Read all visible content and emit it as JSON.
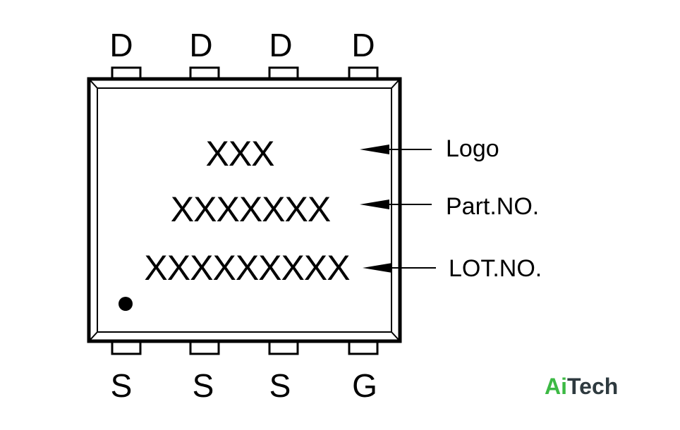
{
  "pins": {
    "top": [
      "D",
      "D",
      "D",
      "D"
    ],
    "bottom": [
      "S",
      "S",
      "S",
      "G"
    ]
  },
  "marking_lines": [
    "XXX",
    "XXXXXXX",
    "XXXXXXXXX"
  ],
  "callouts": [
    "Logo",
    "Part.NO.",
    "LOT.NO."
  ],
  "watermark": {
    "part1": "Ai",
    "part2": "Tech",
    "color1": "#3cb944",
    "color2": "#2e3a3f"
  },
  "colors": {
    "line": "#000000",
    "background": "#ffffff"
  }
}
